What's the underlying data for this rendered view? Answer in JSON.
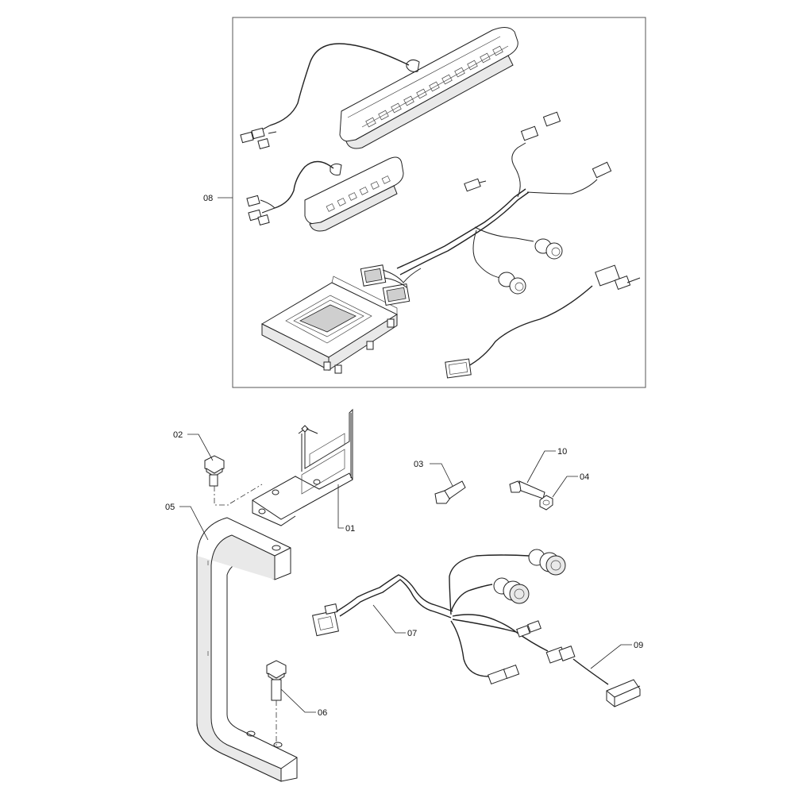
{
  "labels": {
    "l01": "01",
    "l02": "02",
    "l03": "03",
    "l04": "04",
    "l05": "05",
    "l06": "06",
    "l07": "07",
    "l08": "08",
    "l09": "09",
    "l10": "10"
  }
}
